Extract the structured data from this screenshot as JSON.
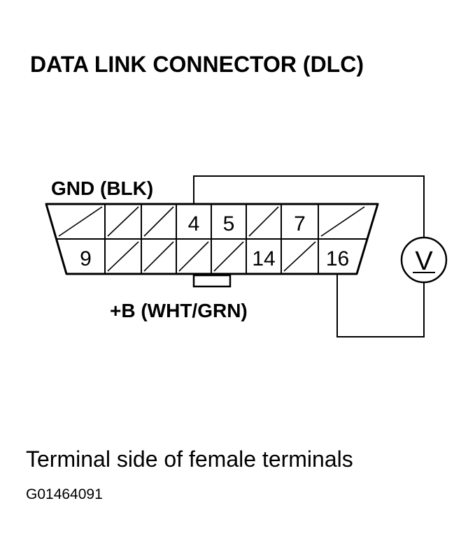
{
  "title": "DATA LINK CONNECTOR (DLC)",
  "labels": {
    "ground": "GND (BLK)",
    "battery": "+B (WHT/GRN)"
  },
  "connector": {
    "top_row_pins": [
      "",
      "",
      "",
      "4",
      "5",
      "",
      "7",
      ""
    ],
    "bottom_row_pins": [
      "9",
      "",
      "",
      "",
      "",
      "14",
      "",
      "16"
    ]
  },
  "meter": {
    "symbol": "V",
    "icon": "voltmeter-icon"
  },
  "caption": "Terminal side of female terminals",
  "figure_code": "G01464091"
}
